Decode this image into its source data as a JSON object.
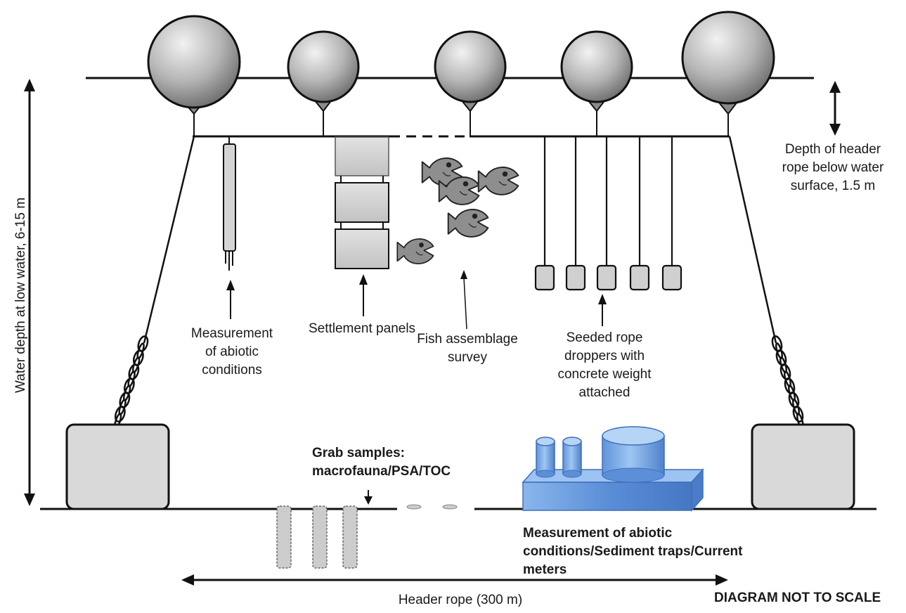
{
  "labels": {
    "water_depth": "Water depth at low water, 6-15 m",
    "header_depth": "Depth of header\nrope below water\nsurface, 1.5 m",
    "abiotic": "Measurement\nof abiotic\nconditions",
    "settlement": "Settlement panels",
    "fish": "Fish assemblage\nsurvey",
    "droppers": "Seeded rope\ndroppers with\nconcrete weight\nattached",
    "grab": "Grab samples:\nmacrofauna/PSA/TOC",
    "abiotic_bottom": "Measurement of abiotic\nconditions/Sediment traps/Current meters",
    "header_rope": "Header rope (300 m)",
    "not_to_scale": "DIAGRAM NOT TO SCALE"
  },
  "colors": {
    "line": "#111111",
    "buoy_light": "#e6e6e6",
    "buoy_dark": "#7a7a7a",
    "fill_gray": "#d4d4d4",
    "fish": "#8e8e8e",
    "block": "#d9d9d9",
    "equipment": "#5b8fd6",
    "equipment_light": "#9cc2f0"
  }
}
